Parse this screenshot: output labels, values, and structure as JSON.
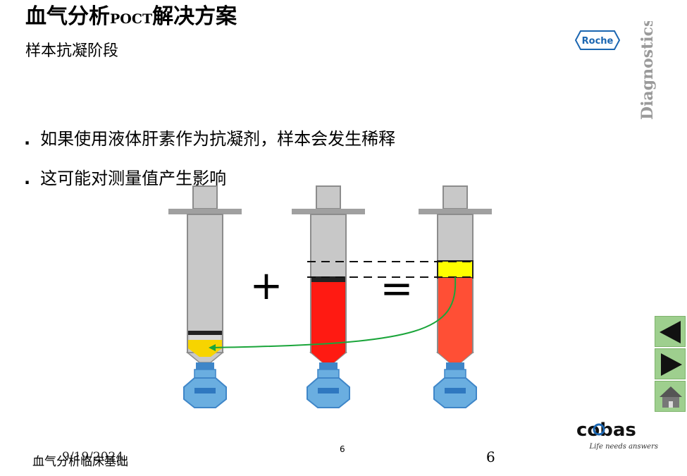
{
  "header": {
    "title_main": "血气分析",
    "title_sub": "POCT",
    "title_tail": "解决方案",
    "subtitle": "样本抗凝阶段"
  },
  "bullets": [
    {
      "marker": ".",
      "text": "如果使用液体肝素作为抗凝剂，样本会发生稀释"
    },
    {
      "marker": ".",
      "text": "这可能对测量值产生影响"
    }
  ],
  "brand": {
    "roche": "Roche",
    "diagnostics": "Diagnostics",
    "cobas": "cobas",
    "tagline": "Life needs answers"
  },
  "diagram": {
    "plus": "+",
    "equals": "=",
    "syringes": [
      {
        "content": "heparin",
        "fill_color": "#f7d400"
      },
      {
        "content": "blood",
        "fill_color": "#ff1a12"
      },
      {
        "content": "diluted-blood",
        "fill_color": "#ff4f35",
        "top_layer_color": "#ffff00"
      }
    ],
    "arrow_color": "#1aa53a"
  },
  "footer": {
    "left_text": "血气分析临床基础",
    "date": "9/19/2024",
    "page_small": "6",
    "page_big": "6"
  },
  "nav": {
    "prev": "previous",
    "next": "next",
    "home": "home"
  },
  "colors": {
    "syringe_gray": "#c8c8c8",
    "syringe_border": "#8c8c8c",
    "hub_blue": "#6aaee0",
    "nav_green": "#9ecf8e"
  }
}
